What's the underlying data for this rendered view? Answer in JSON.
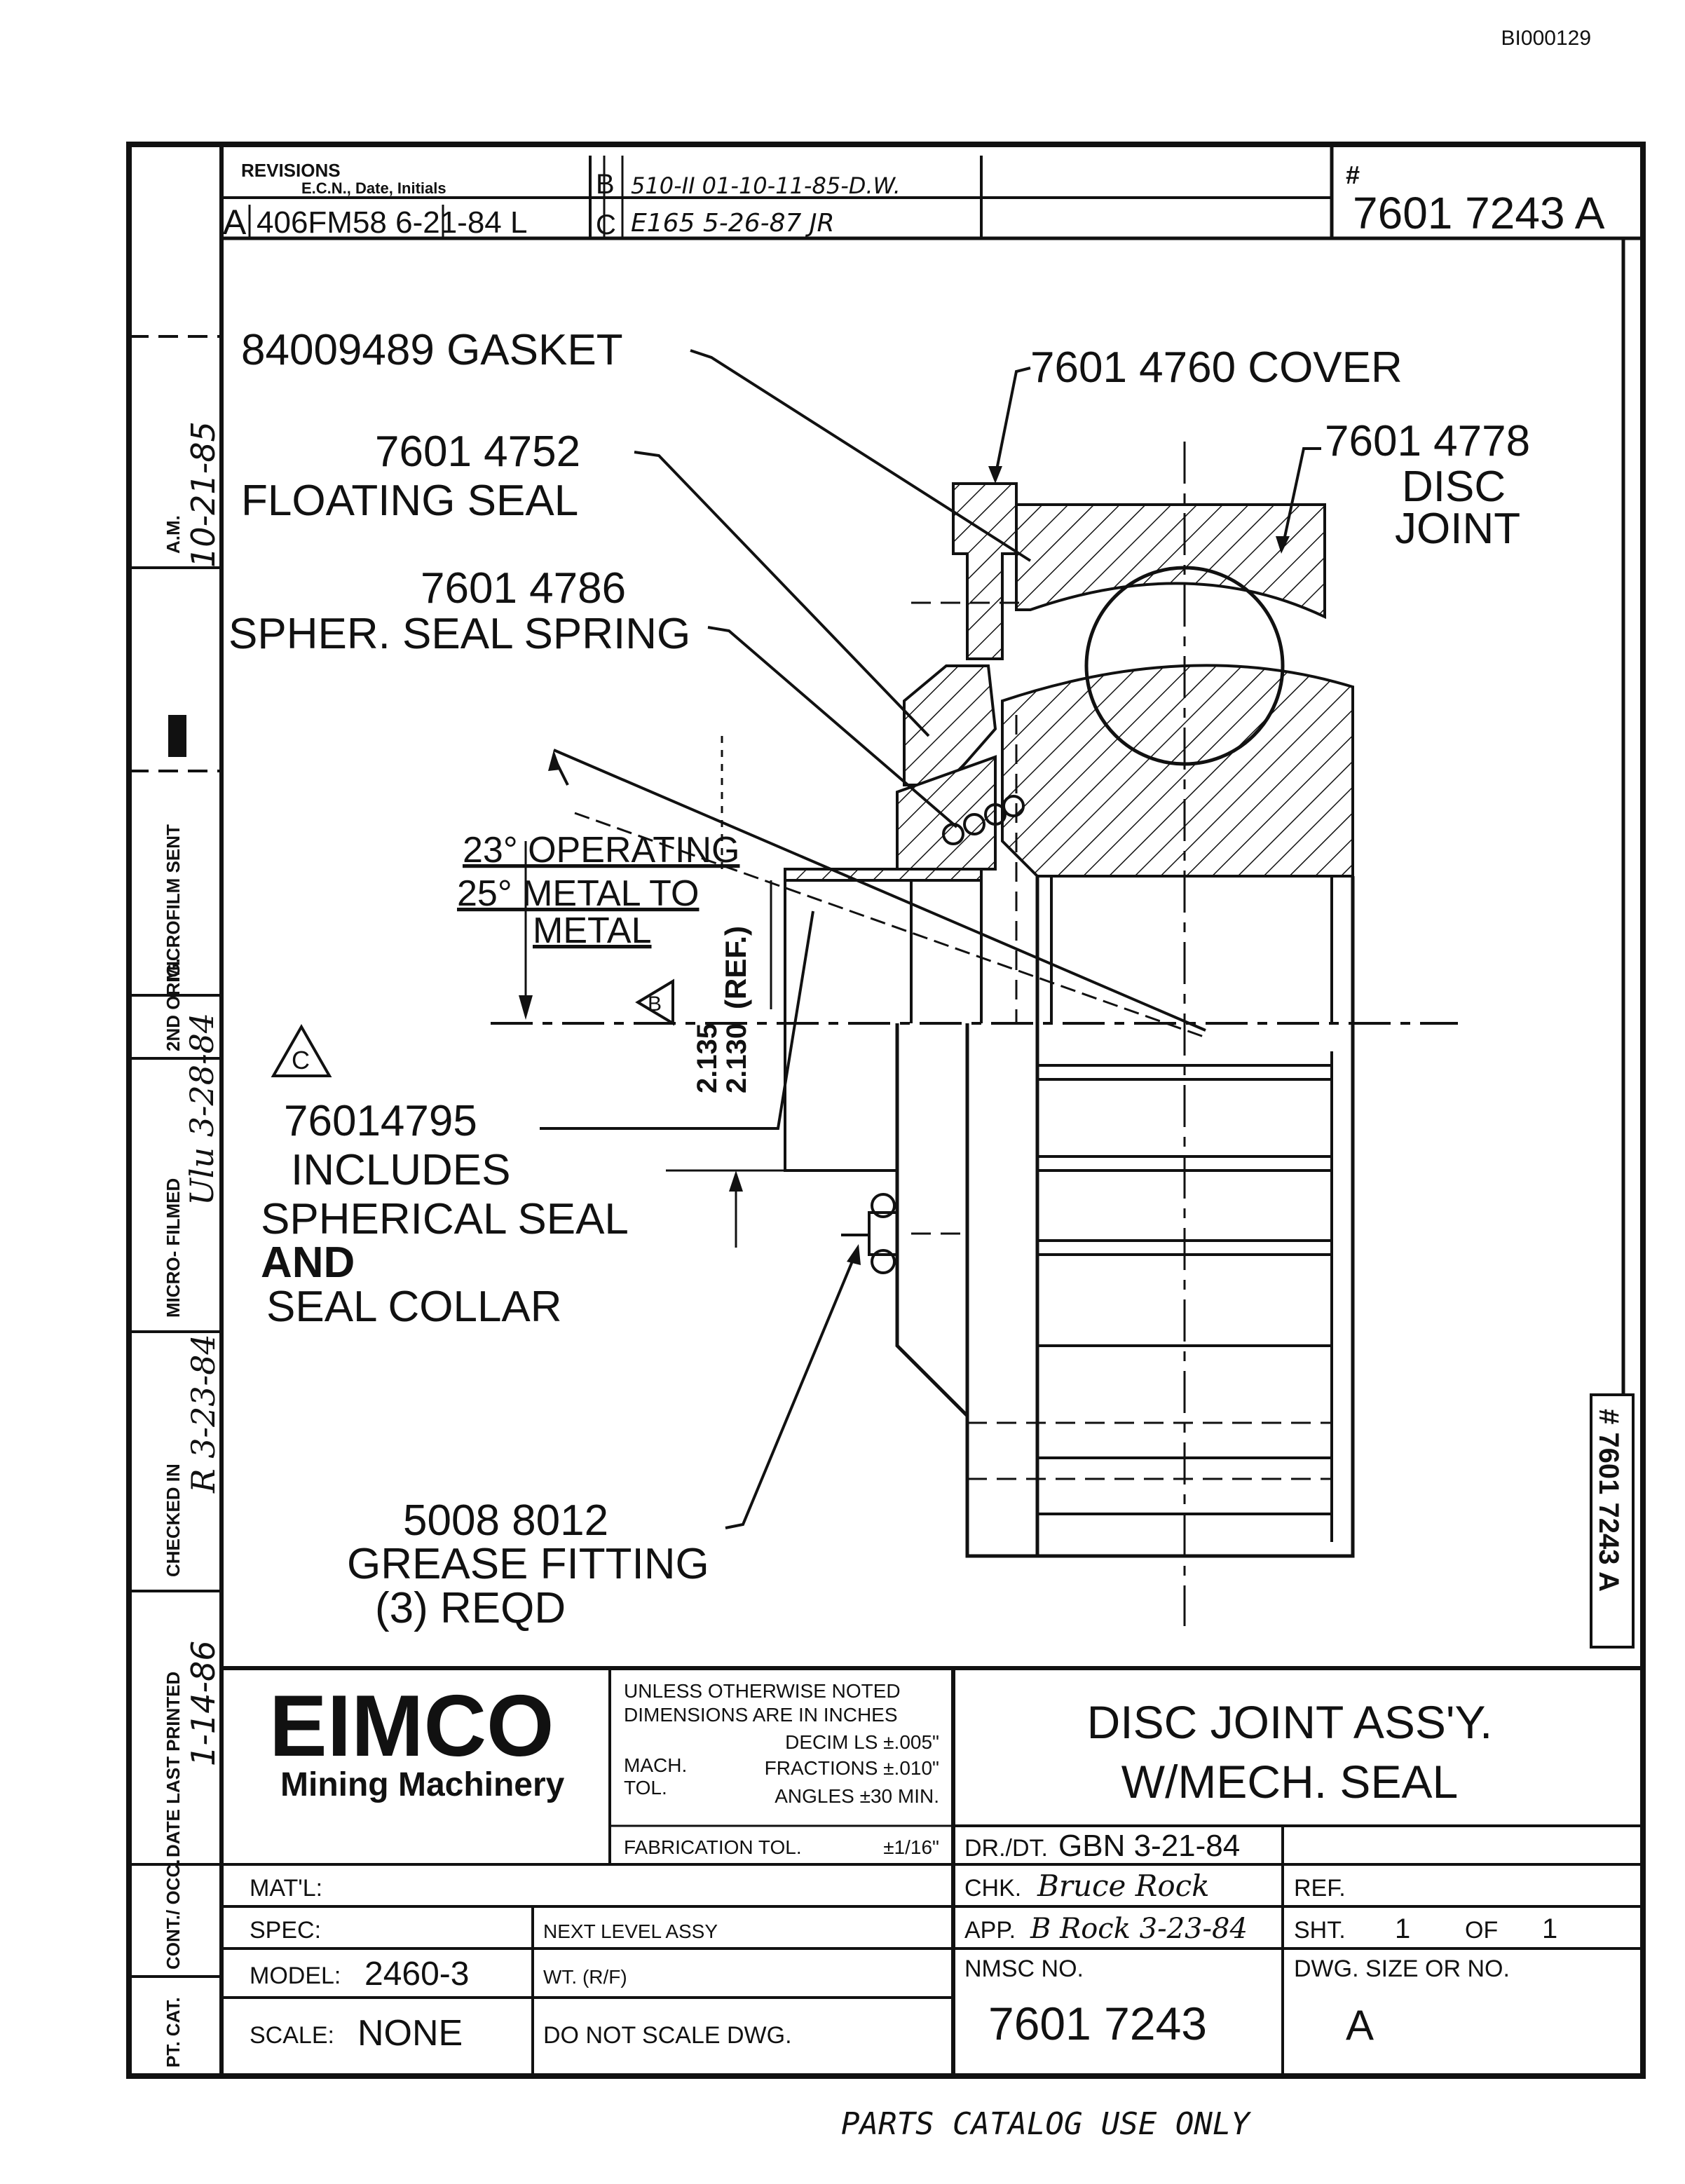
{
  "doc_id": "BI000129",
  "footer_note": "PARTS CATALOG USE ONLY",
  "revisions": {
    "header": "REVISIONS",
    "subheader": "E.C.N., Date, Initials",
    "rows": [
      {
        "letter": "A",
        "text": "406FM58 6-21-84 L"
      },
      {
        "letter": "B",
        "text": "510-II 01-10-11-85-D.W."
      },
      {
        "letter": "C",
        "text": "E165  5-26-87 JR"
      }
    ]
  },
  "drawing_number_top": "7601 7243 A",
  "drawing_number_top_hash": "#",
  "side_tab": "# 7601 7243 A",
  "left_strip": {
    "am_label": "A.M.",
    "am_date": "10-21-85",
    "microfilm_sent": "MICROFILM SENT",
    "second_orig": "2ND ORIG.",
    "micro_filmed": "MICRO- FILMED",
    "micro_filmed_sig": "Ulu 3-28-84",
    "checked_in": "CHECKED IN",
    "checked_sig": "R 3-23-84",
    "date_last_printed": "DATE LAST PRINTED",
    "printed_date": "1-14-86",
    "cont_occ": "CONT./ OCC.",
    "pt_cat": "PT. CAT."
  },
  "callouts": {
    "gasket": "84009489 GASKET",
    "cover": "7601 4760 COVER",
    "floating_seal_no": "7601 4752",
    "floating_seal": "FLOATING SEAL",
    "disc_joint_no": "7601 4778",
    "disc_joint_1": "DISC",
    "disc_joint_2": "JOINT",
    "spring_no": "7601 4786",
    "spring": "SPHER. SEAL SPRING",
    "angle_1": "23° OPERATING",
    "angle_2": "25° METAL TO",
    "angle_3": "METAL",
    "rev_c_mark": "C",
    "rev_b_mark": "B",
    "dim_1": "2.135",
    "dim_2": "2.130",
    "dim_ref": "(REF.)",
    "seal_no": "76014795",
    "includes": "INCLUDES",
    "spherical_seal": "SPHERICAL SEAL",
    "and": "AND",
    "seal_collar": "SEAL COLLAR",
    "grease_no": "5008 8012",
    "grease": "GREASE FITTING",
    "grease_qty": "(3) REQD"
  },
  "title_block": {
    "company": "EIMCO",
    "division": "Mining Machinery",
    "tol_1": "UNLESS OTHERWISE NOTED",
    "tol_2": "DIMENSIONS ARE IN INCHES",
    "tol_mach_1": "MACH.",
    "tol_mach_2": "TOL.",
    "tol_decim": "DECIM  LS ±.005\"",
    "tol_fractions": "FRACTIONS ±.010\"",
    "tol_angles": "ANGLES ±30 MIN.",
    "fab_tol": "FABRICATION TOL.",
    "fab_tol_val": "±1/16\"",
    "title_1": "DISC JOINT ASS'Y.",
    "title_2": "W/MECH. SEAL",
    "dr_dt_label": "DR./DT.",
    "dr_dt_value": "GBN 3-21-84",
    "chk_label": "CHK.",
    "chk_value": "Bruce Rock",
    "app_label": "APP.",
    "app_value": "B Rock 3-23-84",
    "ref_label": "REF.",
    "sht_label": "SHT.",
    "sht_value": "1",
    "of_label": "OF",
    "of_value": "1",
    "matl_label": "MAT'L:",
    "spec_label": "SPEC:",
    "next_level": "NEXT LEVEL ASSY",
    "model_label": "MODEL:",
    "model_value": "2460-3",
    "wt_label": "WT. (R/F)",
    "nmsc_label": "NMSC NO.",
    "nmsc_value": "7601 7243",
    "dwg_size_label": "DWG. SIZE OR NO.",
    "dwg_size_value": "A",
    "scale_label": "SCALE:",
    "scale_value": "NONE",
    "do_not_scale": "DO NOT SCALE DWG."
  }
}
